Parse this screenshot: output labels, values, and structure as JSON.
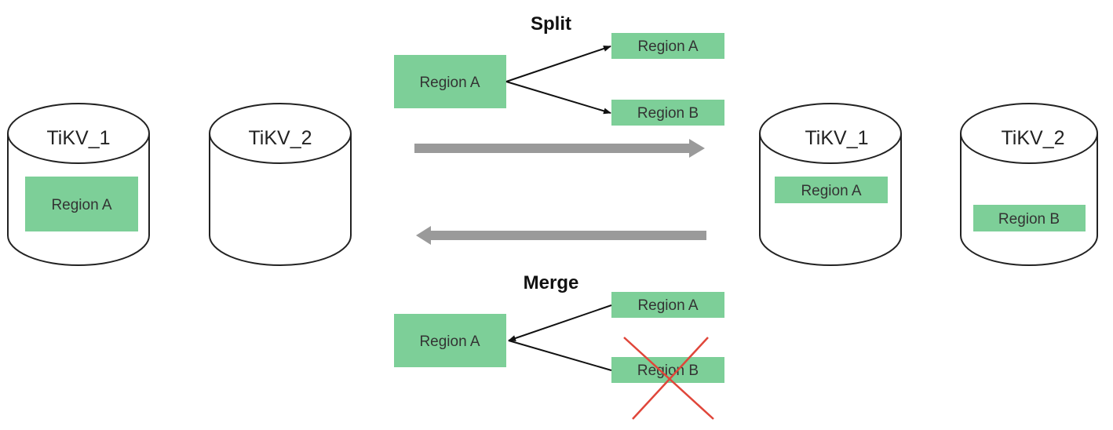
{
  "colors": {
    "region_fill": "#7dcf98",
    "wide_arrow": "#9a9a9a",
    "connector": "#111111",
    "cross": "#e0463a"
  },
  "left": {
    "databases": [
      {
        "title": "TiKV_1",
        "region": "Region A"
      },
      {
        "title": "TiKV_2",
        "region": ""
      }
    ]
  },
  "right": {
    "databases": [
      {
        "title": "TiKV_1",
        "region": "Region A"
      },
      {
        "title": "TiKV_2",
        "region": "Region B"
      }
    ]
  },
  "split": {
    "heading": "Split",
    "source": "Region A",
    "targets": [
      "Region A",
      "Region B"
    ]
  },
  "merge": {
    "heading": "Merge",
    "result": "Region A",
    "sources": [
      "Region A",
      "Region B"
    ],
    "removed": "Region B"
  }
}
